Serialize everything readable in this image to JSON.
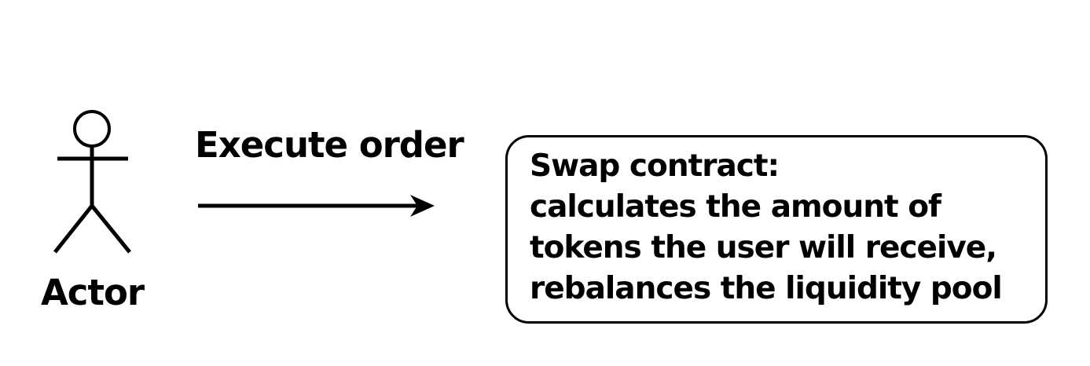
{
  "diagram": {
    "colors": {
      "stroke": "#000000",
      "background": "#ffffff"
    },
    "actor": {
      "label": "Actor"
    },
    "arrow": {
      "label": "Execute order"
    },
    "swap_box": {
      "lines": [
        "Swap contract:",
        "calculates the amount of",
        "tokens the user will receive,",
        "rebalances the liquidity pool"
      ]
    }
  }
}
